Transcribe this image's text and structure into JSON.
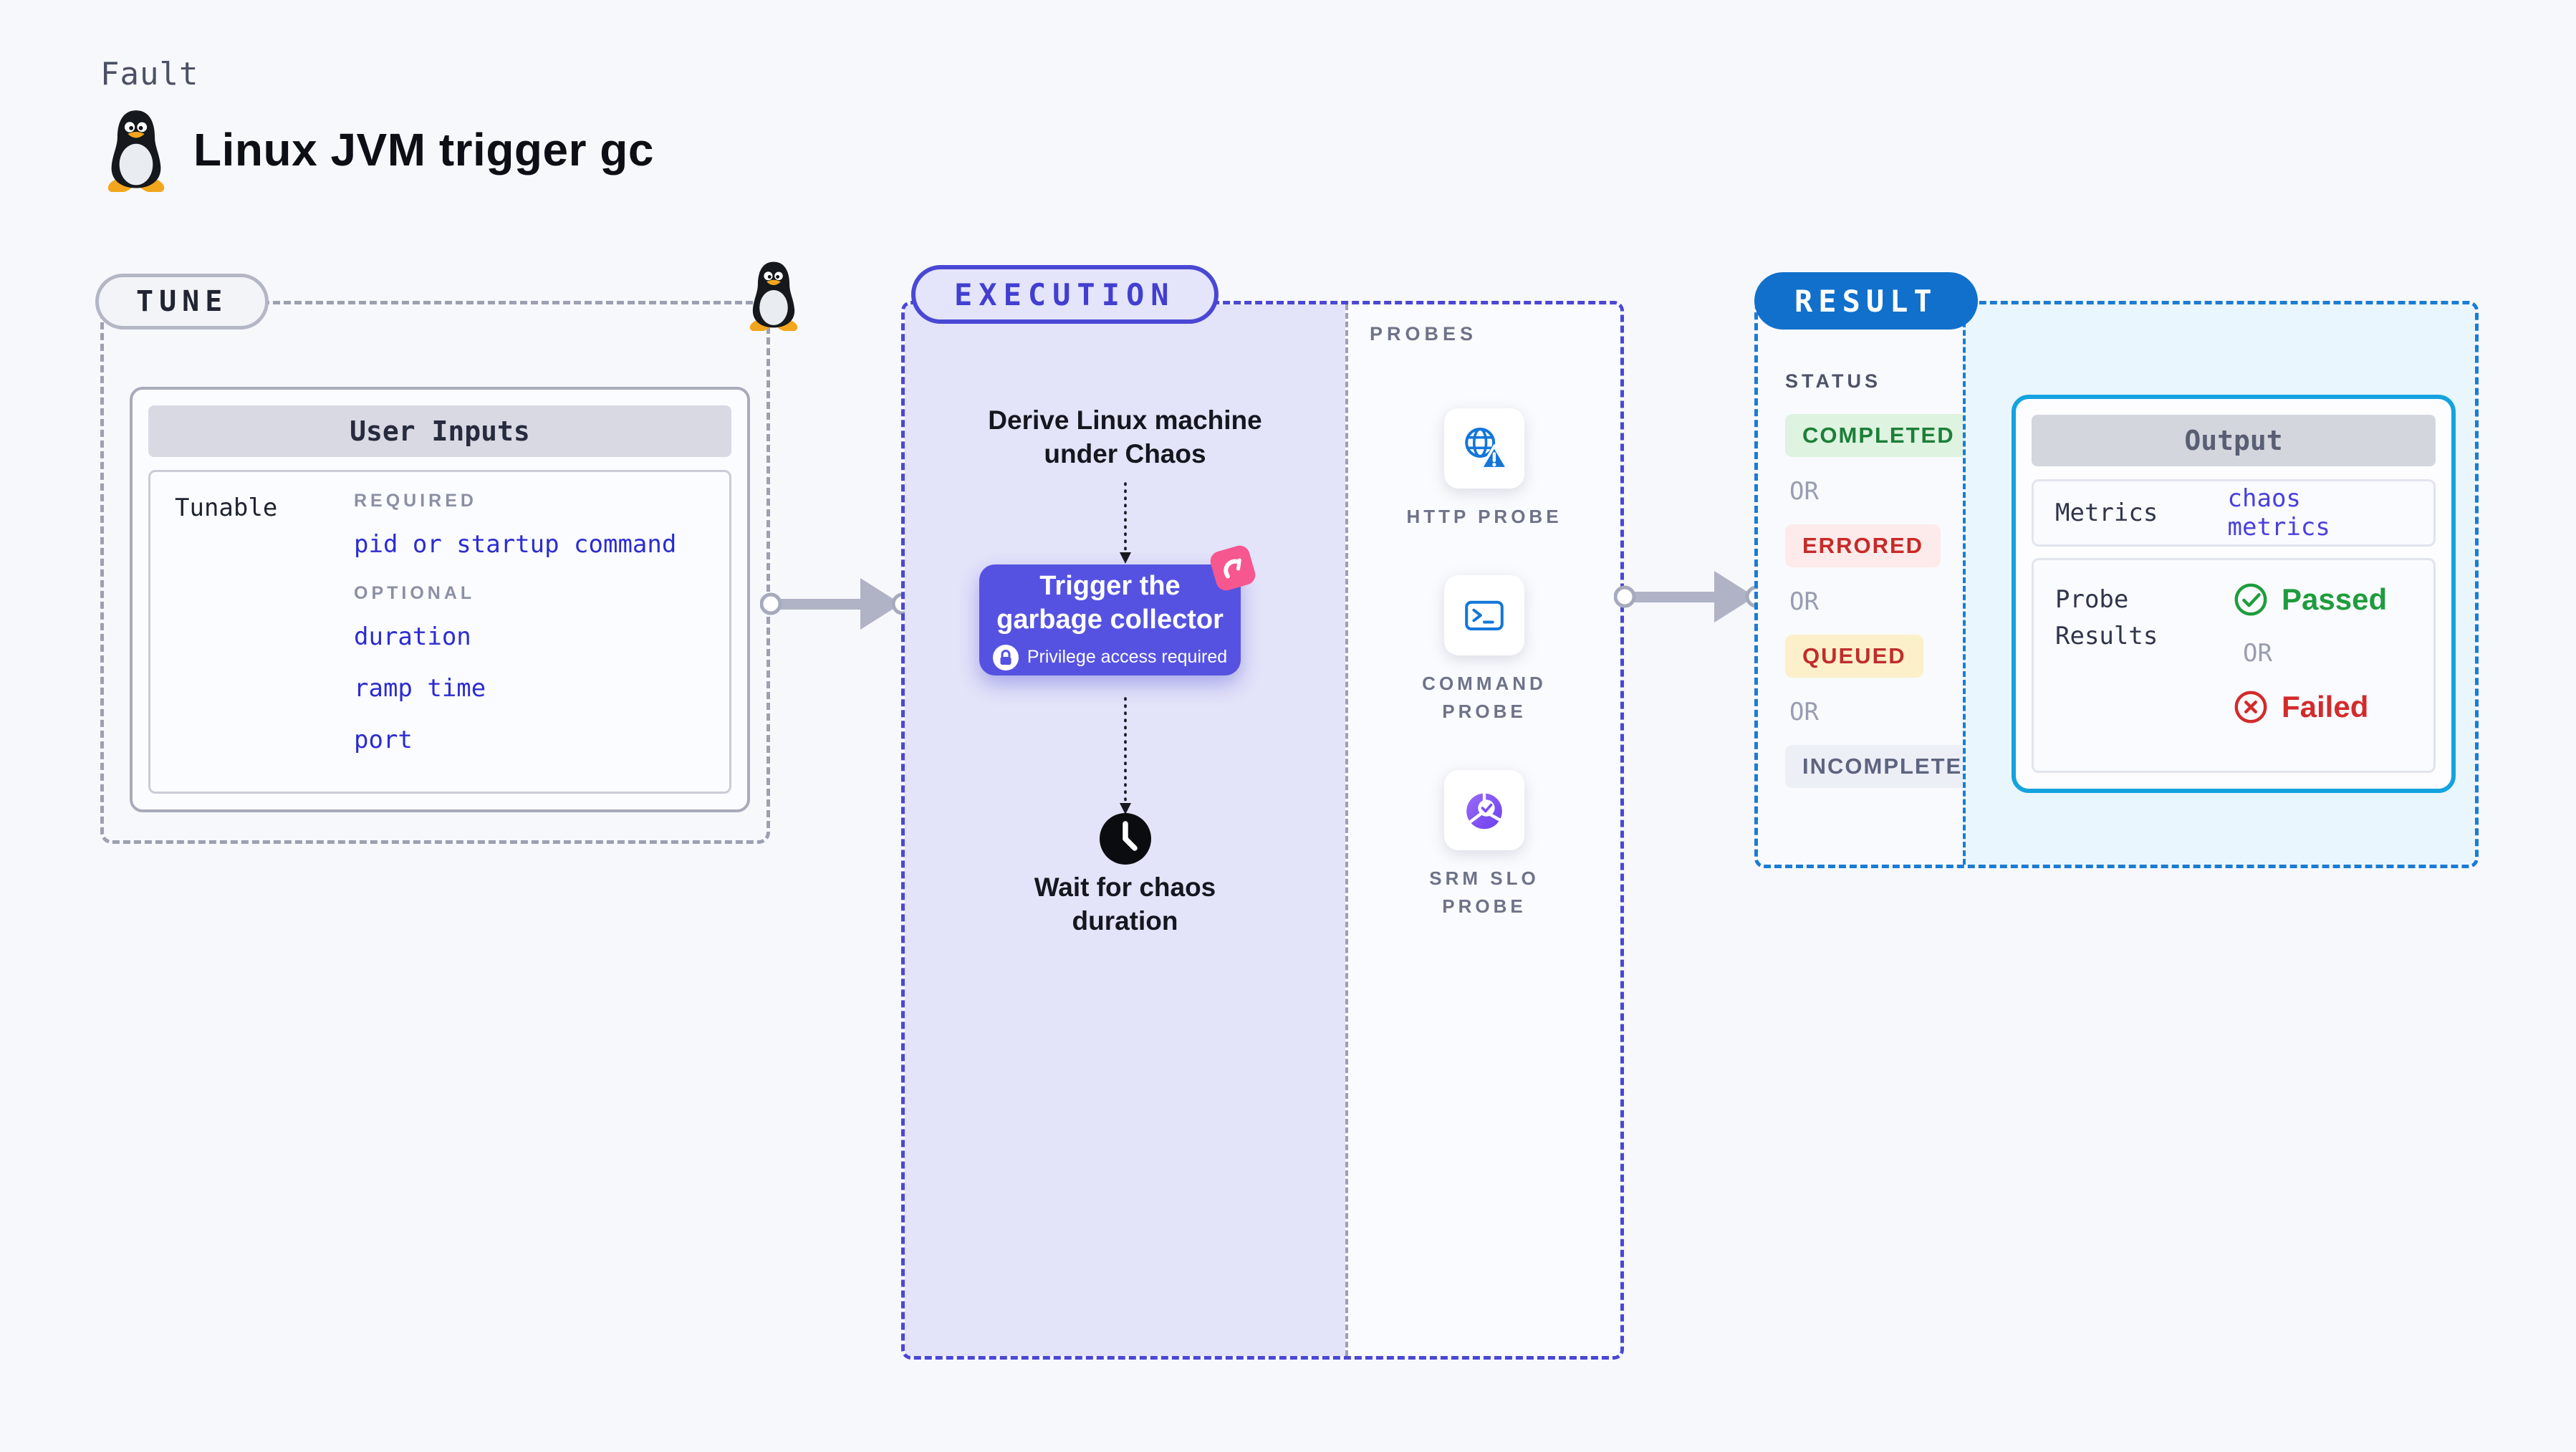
{
  "header": {
    "kicker": "Fault",
    "title": "Linux JVM trigger gc",
    "icon": "linux-penguin"
  },
  "tune": {
    "pill_label": "TUNE",
    "card": {
      "title": "User Inputs",
      "row_label": "Tunable",
      "required_label": "REQUIRED",
      "required_value": "pid or startup command",
      "optional_label": "OPTIONAL",
      "optional_values": [
        "duration",
        "ramp time",
        "port"
      ],
      "value_color": "#2c2cd1"
    }
  },
  "execution": {
    "pill_label": "EXECUTION",
    "accent_color": "#4a47d5",
    "derive_lines": [
      "Derive Linux machine",
      "under Chaos"
    ],
    "action": {
      "lines": [
        "Trigger the",
        "garbage collector"
      ],
      "badge": "Privilege access required",
      "color": "#5552e2"
    },
    "wait_lines": [
      "Wait for chaos",
      "duration"
    ],
    "probes": {
      "label": "PROBES",
      "items": [
        {
          "icon": "globe-warning-icon",
          "lines": [
            "HTTP PROBE",
            ""
          ]
        },
        {
          "icon": "terminal-icon",
          "lines": [
            "COMMAND",
            "PROBE"
          ]
        },
        {
          "icon": "slo-pie-icon",
          "lines": [
            "SRM SLO",
            "PROBE"
          ]
        }
      ]
    }
  },
  "result": {
    "pill_label": "RESULT",
    "accent_color": "#1a7cd4",
    "status": {
      "label": "STATUS",
      "or_label": "OR",
      "badges": [
        {
          "label": "COMPLETED",
          "bg": "#def3e0",
          "color": "#1d7f38"
        },
        {
          "label": "ERRORED",
          "bg": "#fcebea",
          "color": "#c62a28"
        },
        {
          "label": "QUEUED",
          "bg": "#fbf0c9",
          "color": "#c02d2d"
        },
        {
          "label": "INCOMPLETED",
          "bg": "#edeff7",
          "color": "#5d647f"
        }
      ]
    },
    "output": {
      "title": "Output",
      "metrics_label": "Metrics",
      "metrics_value": "chaos metrics",
      "probe_results_lines": [
        "Probe",
        "Results"
      ],
      "passed_label": "Passed",
      "or_label": "OR",
      "failed_label": "Failed",
      "passed_color": "#1f9c3d",
      "failed_color": "#d32b2b"
    }
  }
}
